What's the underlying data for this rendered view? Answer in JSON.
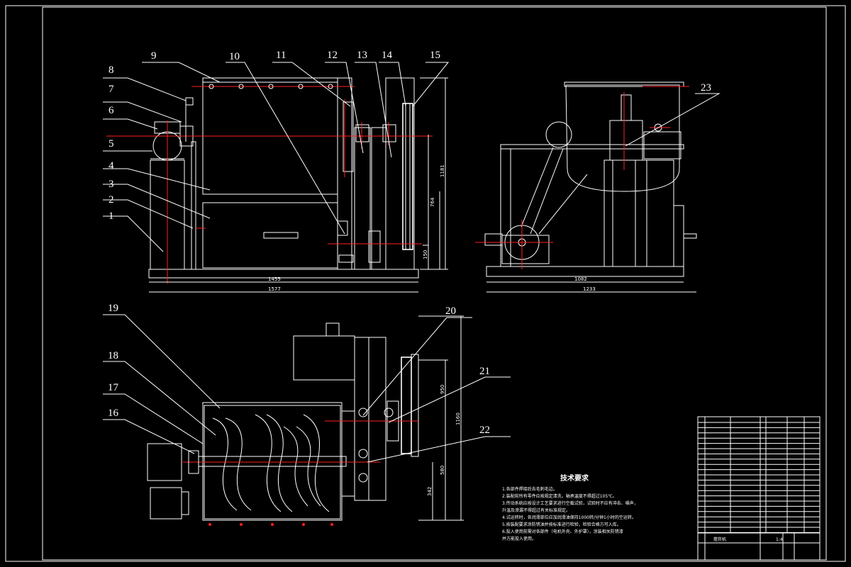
{
  "part_labels": [
    "1",
    "2",
    "3",
    "4",
    "5",
    "6",
    "7",
    "8",
    "9",
    "10",
    "11",
    "12",
    "13",
    "14",
    "15",
    "16",
    "17",
    "18",
    "19",
    "20",
    "21",
    "22",
    "23"
  ],
  "dimensions": {
    "front_width_inner": "1455",
    "front_width_outer": "1577",
    "front_height_total": "1181",
    "front_height_mid": "764",
    "front_height_low": "150",
    "side_width_inner": "1082",
    "side_width_outer": "1233",
    "top_height_total": "1160",
    "top_height_mid": "950",
    "top_height_lower": "580",
    "top_height_low": "342"
  },
  "tech_requirements": {
    "title": "技术要求",
    "items": [
      "1.各部件焊接后去毛刺毛边。",
      "2.装配前所有零件应按规定清洗，轴承温度不得超过105℃。",
      "3.传动系统应按设计工艺要求进行空载试验，试验时不应有冲击、噪声，",
      "升温及渗漏不得超过有关标准规定。",
      "4.试运转时，各润滑部位应加润滑油保持1000转/分钟1小时的空运转。",
      "5.按装配要求涂防锈油并按标准进行检验，检验合格方可入库。",
      "6.投入使用前需对各部件（电机外壳、外护罩），涂装相关防锈漆",
      "并方能投入使用。"
    ]
  },
  "title_block": {
    "scale": "1:4",
    "drawing_title": "搅拌机"
  }
}
